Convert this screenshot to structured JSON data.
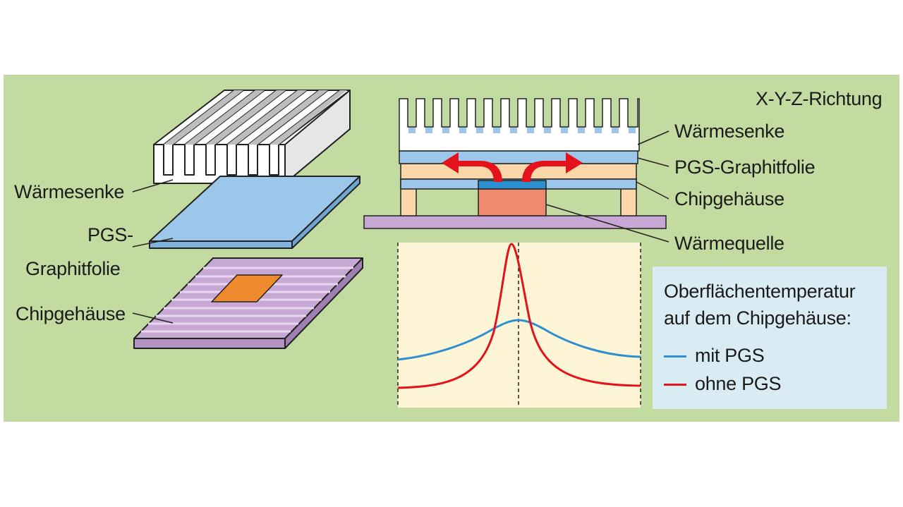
{
  "corner_label": "X-Y-Z-Richtung",
  "left_labels": {
    "heatsink": "Wärmesenke",
    "pgs_line1": "PGS-",
    "pgs_line2": "Graphitfolie",
    "package": "Chipgehäuse"
  },
  "right_labels": {
    "heatsink": "Wärmesenke",
    "pgs": "PGS-Graphitfolie",
    "package": "Chipgehäuse",
    "heat_source": "Wärmequelle"
  },
  "legend": {
    "title_line1": "Oberflächentemperatur",
    "title_line2": "auf dem Chipgehäuse:",
    "items": [
      {
        "label": "mit PGS",
        "color": "#2b8fd0"
      },
      {
        "label": "ohne PGS",
        "color": "#e3121b"
      }
    ]
  },
  "colors": {
    "background": "#c3dba0",
    "heatsink": "#ffffff",
    "pgs_foil": "#9cc7ea",
    "package": "#c7a8d4",
    "heat_source": "#f39f6f",
    "chip": "#f08a2e",
    "plot_bg": "#fdf5d6",
    "arrow": "#e3121b"
  }
}
